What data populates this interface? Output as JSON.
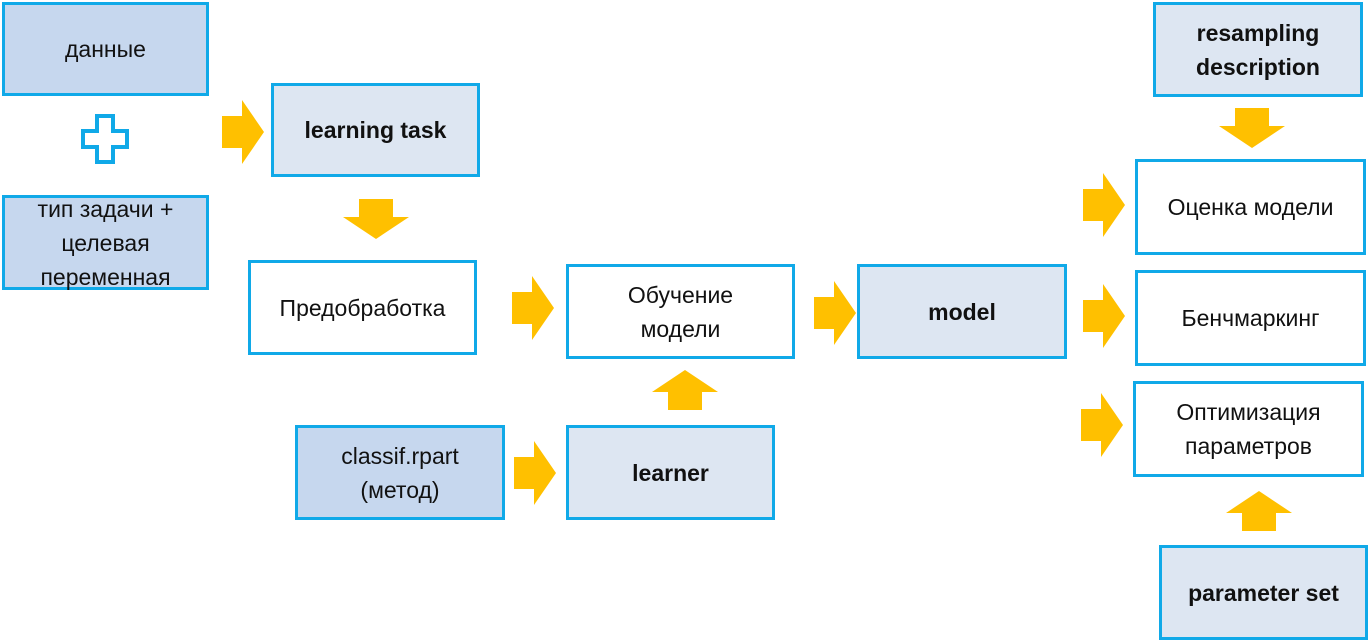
{
  "nodes": {
    "data": "данные",
    "task_type": "тип задачи + целевая переменная",
    "learning_task": "learning task",
    "preprocessing": "Предобработка",
    "training": "Обучение модели",
    "model": "model",
    "classif": "classif.rpart (метод)",
    "learner": "learner",
    "resampling": "resampling description",
    "evaluation": "Оценка модели",
    "benchmarking": "Бенчмаркинг",
    "tuning": "Оптимизация параметров",
    "param_set": "parameter set"
  },
  "colors": {
    "border": "#10a9e8",
    "arrow": "#ffc000",
    "fill_dark": "#c6d7ee",
    "fill_light": "#dde6f2"
  }
}
